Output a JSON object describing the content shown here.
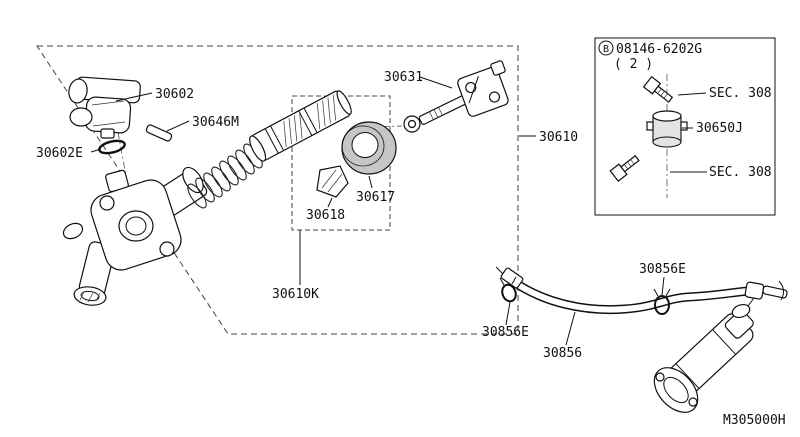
{
  "colors": {
    "line": "#111111",
    "background": "#ffffff",
    "part_shade": "#c6c6c6",
    "part_light": "#e4e4e4"
  },
  "diagram": {
    "figure_code": "M305000H",
    "parts": {
      "cap": "30602",
      "pin": "30646M",
      "oring": "30602E",
      "pushrod": "30631",
      "assembly": "30610",
      "cup": "30617",
      "seal": "30618",
      "kit": "30610K",
      "damper": "30650J",
      "hose": "30856",
      "clamp_a": "30856E",
      "clamp_b": "30856E"
    },
    "hardware": {
      "marker": "B",
      "part_no": "08146-6202G",
      "qty": "( 2 )",
      "sec_ref_top": "SEC. 308",
      "sec_ref_bottom": "SEC. 308"
    }
  }
}
